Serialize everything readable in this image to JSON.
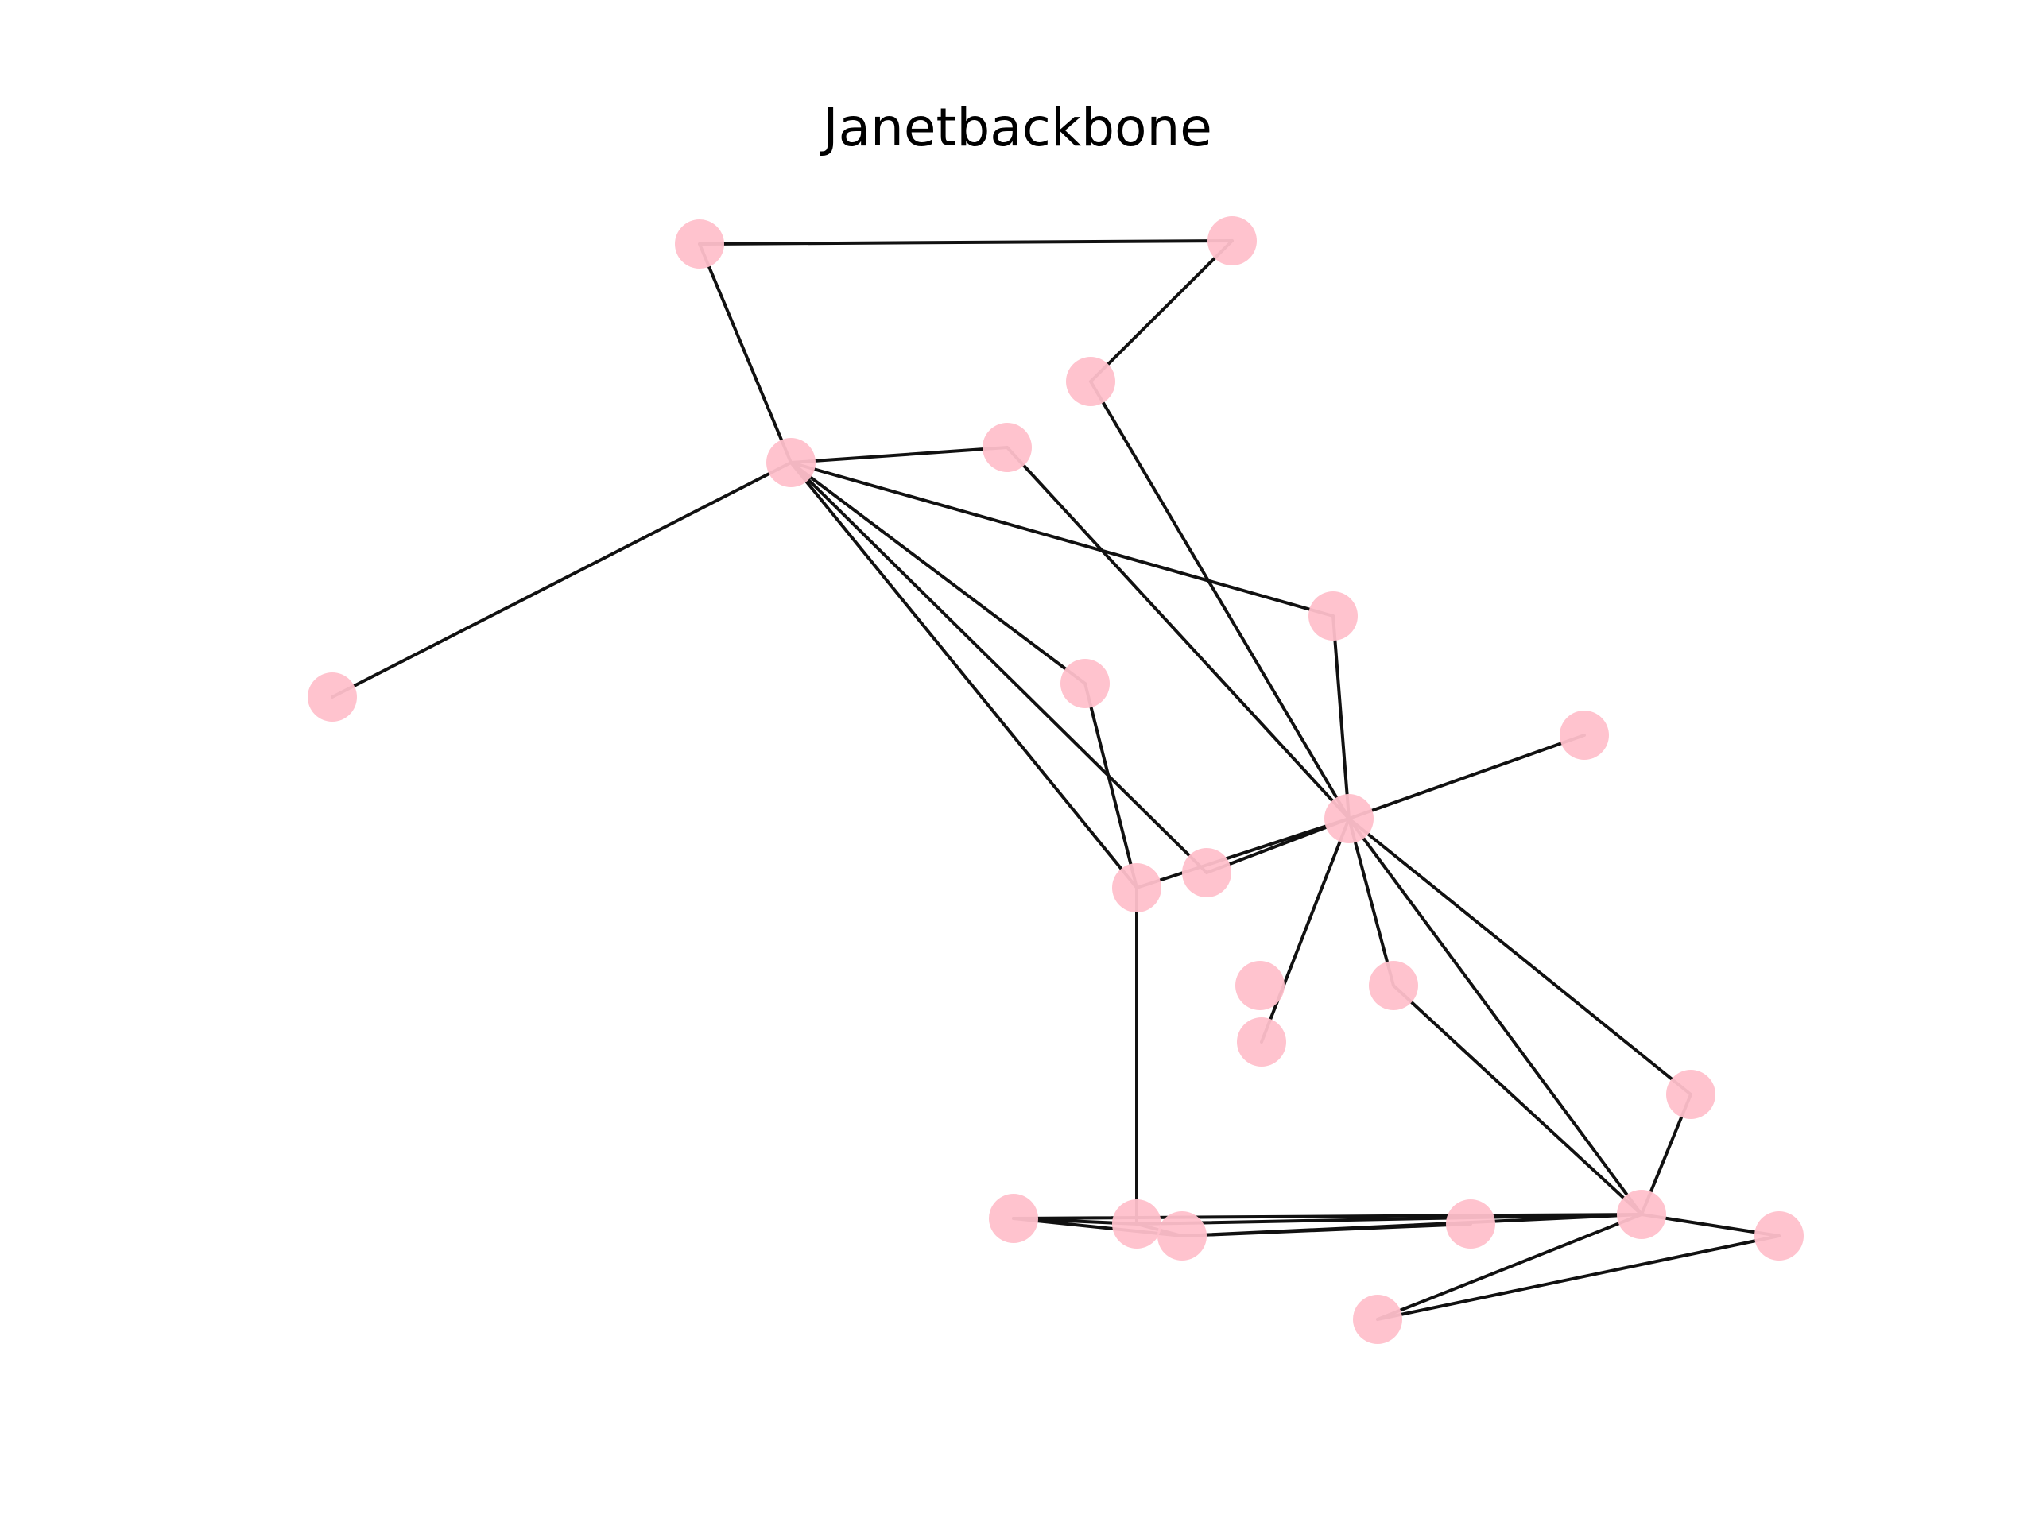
{
  "title": "Janetbackbone",
  "colors": {
    "node": "#ffc0cb",
    "edge": "#111111",
    "background": "#ffffff"
  },
  "graph": {
    "nodes": [
      {
        "id": "n0"
      },
      {
        "id": "n1"
      },
      {
        "id": "n2"
      },
      {
        "id": "n3"
      },
      {
        "id": "n4"
      },
      {
        "id": "n5"
      },
      {
        "id": "n6"
      },
      {
        "id": "n7"
      },
      {
        "id": "n8"
      },
      {
        "id": "n9"
      },
      {
        "id": "n10"
      },
      {
        "id": "n11"
      },
      {
        "id": "n12"
      },
      {
        "id": "n13"
      },
      {
        "id": "n14"
      },
      {
        "id": "n15"
      },
      {
        "id": "n16"
      },
      {
        "id": "n17"
      },
      {
        "id": "n18"
      },
      {
        "id": "n19"
      },
      {
        "id": "n20"
      },
      {
        "id": "n21"
      },
      {
        "id": "n22"
      }
    ],
    "edges": [
      [
        "n0",
        "n1"
      ],
      [
        "n0",
        "n3"
      ],
      [
        "n1",
        "n2"
      ],
      [
        "n2",
        "n9"
      ],
      [
        "n3",
        "n4"
      ],
      [
        "n3",
        "n5"
      ],
      [
        "n3",
        "n6"
      ],
      [
        "n3",
        "n7"
      ],
      [
        "n3",
        "n10"
      ],
      [
        "n3",
        "n11"
      ],
      [
        "n4",
        "n9"
      ],
      [
        "n7",
        "n11"
      ],
      [
        "n8",
        "n9"
      ],
      [
        "n10",
        "n9"
      ],
      [
        "n11",
        "n9"
      ],
      [
        "n6",
        "n9"
      ],
      [
        "n9",
        "n14"
      ],
      [
        "n9",
        "n13"
      ],
      [
        "n9",
        "n15"
      ],
      [
        "n9",
        "n19"
      ],
      [
        "n13",
        "n19"
      ],
      [
        "n15",
        "n19"
      ],
      [
        "n11",
        "n17"
      ],
      [
        "n17",
        "n18"
      ],
      [
        "n16",
        "n17"
      ],
      [
        "n16",
        "n18"
      ],
      [
        "n16",
        "n19"
      ],
      [
        "n17",
        "n19"
      ],
      [
        "n18",
        "n19"
      ],
      [
        "n18",
        "n22"
      ],
      [
        "n19",
        "n20"
      ],
      [
        "n19",
        "n21"
      ],
      [
        "n21",
        "n20"
      ]
    ]
  }
}
